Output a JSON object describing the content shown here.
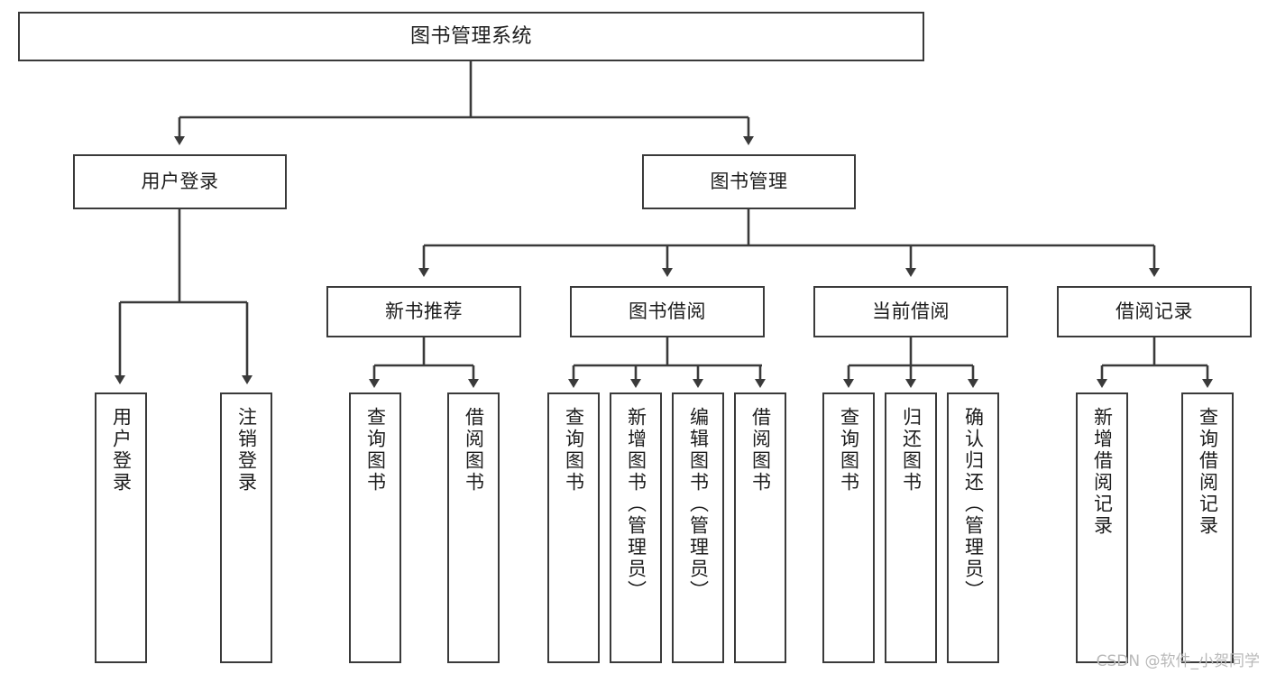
{
  "diagram": {
    "title": "图书管理系统",
    "type": "tree-hierarchy-diagram",
    "colors": {
      "background": "#ffffff",
      "box_border": "#3a3a3a",
      "box_fill": "#ffffff",
      "connector": "#3a3a3a",
      "text": "#1d1d1d",
      "watermark": "#b9b9b9"
    },
    "root": {
      "label": "图书管理系统"
    },
    "level1": [
      {
        "label": "用户登录"
      },
      {
        "label": "图书管理"
      }
    ],
    "level2": [
      {
        "label": "新书推荐"
      },
      {
        "label": "图书借阅"
      },
      {
        "label": "当前借阅"
      },
      {
        "label": "借阅记录"
      }
    ],
    "leaves": {
      "user_login": [
        {
          "label": "用户登录"
        },
        {
          "label": "注销登录"
        }
      ],
      "new_book_recommend": [
        {
          "label": "查询图书"
        },
        {
          "label": "借阅图书"
        }
      ],
      "book_borrow": [
        {
          "label": "查询图书"
        },
        {
          "label": "新增图书（管理员）"
        },
        {
          "label": "编辑图书（管理员）"
        },
        {
          "label": "借阅图书"
        }
      ],
      "current_borrow": [
        {
          "label": "查询图书"
        },
        {
          "label": "归还图书"
        },
        {
          "label": "确认归还（管理员）"
        }
      ],
      "borrow_record": [
        {
          "label": "新增借阅记录"
        },
        {
          "label": "查询借阅记录"
        }
      ]
    }
  },
  "watermark": {
    "text": "CSDN @软件_小贺同学"
  }
}
